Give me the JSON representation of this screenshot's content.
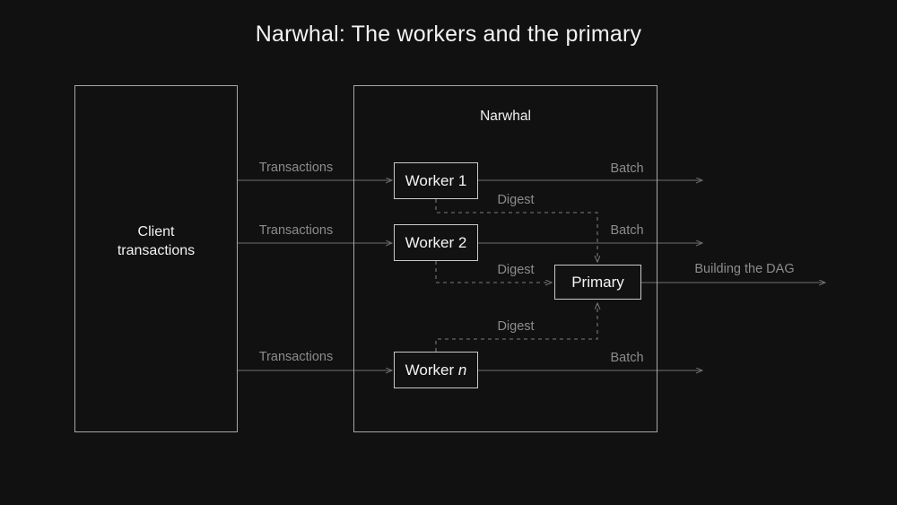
{
  "slide": {
    "title": "Narwhal: The workers and the primary",
    "background_color": "#111111"
  },
  "colors": {
    "background": "#111111",
    "title_text": "#f2f2f2",
    "box_border": "#c9c9c9",
    "container_border": "#a8a8a8",
    "node_text": "#ffffff",
    "edge_line": "#6e6e6e",
    "edge_label_text": "#8c8c8c",
    "dashed_line": "#7a7a7a"
  },
  "nodes": {
    "client_box": {
      "label_line1": "Client",
      "label_line2": "transactions"
    },
    "narwhal_group": {
      "title": "Narwhal"
    },
    "worker1": {
      "label": "Worker 1"
    },
    "worker2": {
      "label": "Worker 2"
    },
    "worker_n": {
      "label_prefix": "Worker ",
      "label_italic": "n"
    },
    "primary": {
      "label": "Primary"
    }
  },
  "edges": [
    {
      "name": "transactions-to-worker1",
      "label": "Transactions"
    },
    {
      "name": "transactions-to-worker2",
      "label": "Transactions"
    },
    {
      "name": "transactions-to-workern",
      "label": "Transactions"
    },
    {
      "name": "worker1-batch-out",
      "label": "Batch"
    },
    {
      "name": "worker2-batch-out",
      "label": "Batch"
    },
    {
      "name": "workern-batch-out",
      "label": "Batch"
    },
    {
      "name": "worker1-digest-to-primary",
      "label": "Digest"
    },
    {
      "name": "worker2-digest-to-primary",
      "label": "Digest"
    },
    {
      "name": "workern-digest-to-primary",
      "label": "Digest"
    },
    {
      "name": "primary-dag-out",
      "label": "Building the DAG"
    }
  ]
}
